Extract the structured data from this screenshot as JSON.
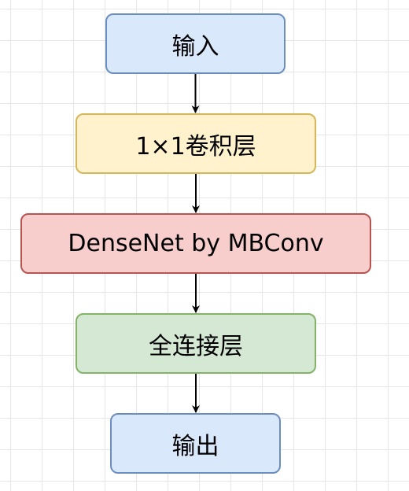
{
  "diagram": {
    "nodes": [
      {
        "id": "input",
        "label": "输入",
        "fill": "#dae8fc",
        "stroke": "#6c8ebf"
      },
      {
        "id": "conv1x1",
        "label": "1×1卷积层",
        "fill": "#fff2cc",
        "stroke": "#d6b656"
      },
      {
        "id": "densenet",
        "label": "DenseNet by MBConv",
        "fill": "#f8cecc",
        "stroke": "#b85450"
      },
      {
        "id": "fc",
        "label": "全连接层",
        "fill": "#d5e8d4",
        "stroke": "#82b366"
      },
      {
        "id": "output",
        "label": "输出",
        "fill": "#dae8fc",
        "stroke": "#6c8ebf"
      }
    ],
    "edges": [
      {
        "from": "input",
        "to": "conv1x1"
      },
      {
        "from": "conv1x1",
        "to": "densenet"
      },
      {
        "from": "densenet",
        "to": "fc"
      },
      {
        "from": "fc",
        "to": "output"
      }
    ],
    "edge_color": "#000000"
  }
}
